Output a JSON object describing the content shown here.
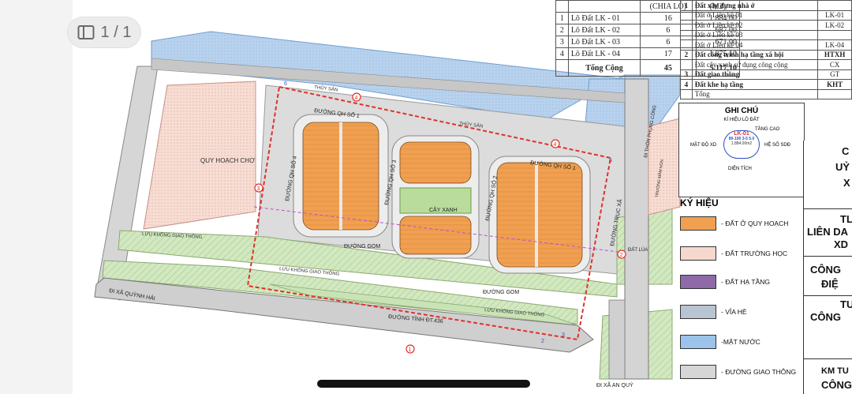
{
  "viewer": {
    "page_counter": "1 / 1",
    "page_icon": "sidebar-toggle-icon"
  },
  "land_table": {
    "header_fragment": [
      "(CHIA LÔ)",
      "(M2)"
    ],
    "rows": [
      {
        "no": "1",
        "name": "Lô Đất LK - 01",
        "count": "16",
        "area": "1.884,00"
      },
      {
        "no": "2",
        "name": "Lô Đất LK - 02",
        "count": "6",
        "area": "687,00"
      },
      {
        "no": "3",
        "name": "Lô Đất LK - 03",
        "count": "6",
        "area": "671,00"
      },
      {
        "no": "4",
        "name": "Lô Đất LK - 04",
        "count": "17",
        "area": "1.875,10"
      }
    ],
    "total": {
      "label": "Tổng Cộng",
      "count": "45",
      "area": "5.117,10"
    }
  },
  "use_table": {
    "rows": [
      {
        "no": "1",
        "name": "Đất xây dựng nhà ở",
        "code": "",
        "bold": true
      },
      {
        "no": "",
        "name": "Đất ở Liền kề 01",
        "code": "LK-01",
        "bold": false
      },
      {
        "no": "",
        "name": "Đất ở Liền kề 02",
        "code": "LK-02",
        "bold": false
      },
      {
        "no": "",
        "name": "Đất ở Liền kề 03",
        "code": "",
        "bold": false
      },
      {
        "no": "",
        "name": "Đất ở Liền kề 04",
        "code": "LK-04",
        "bold": false
      },
      {
        "no": "2",
        "name": "Đất công trình hạ tầng xã hội",
        "code": "HTXH",
        "bold": true
      },
      {
        "no": "",
        "name": "Đất cây xanh sử dụng công cộng",
        "code": "CX",
        "bold": false
      },
      {
        "no": "3",
        "name": "Đất giao thông",
        "code": "GT",
        "bold": true
      },
      {
        "no": "4",
        "name": "Đất khe hạ tầng",
        "code": "KHT",
        "bold": true
      },
      {
        "no": "",
        "name": "Tổng",
        "code": "",
        "bold": false
      }
    ]
  },
  "ghichu": {
    "title": "GHI CHÚ",
    "sub": "KÍ HIỆU LÔ ĐẤT",
    "tang_cao": "TẦNG CAO",
    "mat_do": "MẬT ĐỘ XD",
    "he_so": "HỆ SỐ SDĐ",
    "lot_code": "LK-01",
    "values": "80-100  3-5  5.0",
    "area": "1.884,00m2",
    "dien_tich": "DIỆN TÍCH"
  },
  "legend": {
    "title": "KÝ HIỆU",
    "items": [
      {
        "label": "- ĐẤT Ở QUY HOẠCH",
        "color": "#f0a050"
      },
      {
        "label": "- ĐẤT TRƯỜNG HỌC",
        "color": "#f6d8cf"
      },
      {
        "label": "- ĐẤT HẠ TẦNG",
        "color": "#8e6aa8"
      },
      {
        "label": "- VỈA HÈ",
        "color": "#b9c4d3"
      },
      {
        "label": "-MẶT NƯỚC",
        "color": "#9cc3ea"
      },
      {
        "label": "- ĐƯỜNG GIAO THÔNG",
        "color": "#d6d6d6"
      }
    ]
  },
  "titleblock": {
    "lines": [
      "C",
      "UỶ",
      "X",
      "TL",
      "LIÊN DA",
      "XD",
      "CÔNG",
      "ĐIỆ",
      "TU",
      "CÔNG",
      "KM TU",
      "CÔNG"
    ]
  },
  "map_labels": {
    "thuy_san_1": "THỦY SẢN",
    "thuy_san_2": "THỦY SẢN",
    "duong_qh_so_1_top": "ĐƯỜNG QH SỐ 1",
    "duong_qh_so_1_right": "ĐƯỜNG QH SỐ 1",
    "duong_qh_so_4": "ĐƯỜNG QH SỐ 4",
    "duong_qh_so_3": "ĐƯỜNG QH SỐ 3",
    "duong_qh_so_2": "ĐƯỜNG QH SỐ 2",
    "quy_hoach_cho": "QUY HOẠCH CHỢ",
    "cay_xanh": "CÂY XANH",
    "duong_gom_1": "ĐƯỜNG GOM",
    "duong_gom_2": "ĐƯỜNG GOM",
    "luu_khong_1": "LƯU KHÔNG GIAO THÔNG",
    "luu_khong_2": "LƯU KHÔNG GIAO THÔNG",
    "luu_khong_3": "LƯU KHÔNG GIAO THÔNG",
    "duong_tinh": "ĐƯỜNG TỈNH ĐT.436",
    "di_xa_quynh_hai": "ĐI XÃ QUỲNH HẢI",
    "di_xa_an_quy": "ĐI XÃ AN QUÝ",
    "di_thon_phung_cong": "ĐI THÔN PHỤNG CÔNG",
    "duong_truc_xa": "ĐƯỜNG TRỤC XÃ",
    "truong_mam_non": "TRƯỜNG MẦM NON",
    "dat_lua": "ĐẤT LÚA",
    "marker_1": "1",
    "marker_2": "2",
    "marker_3": "3",
    "marker_4": "4",
    "marker_5": "5",
    "marker_6": "6"
  }
}
